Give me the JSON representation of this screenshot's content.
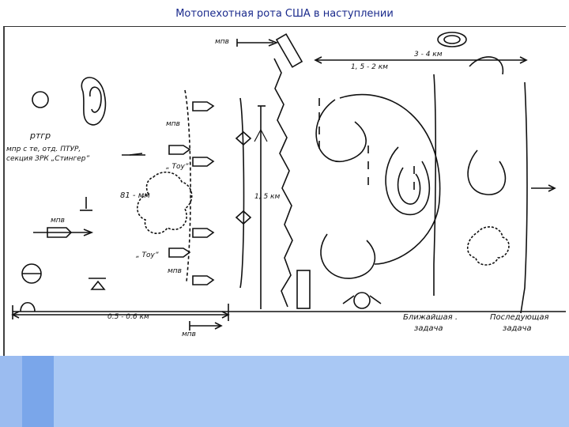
{
  "slide": {
    "title": "Мотопехотная рота США в наступлении"
  },
  "diagram": {
    "labels": {
      "mpb_top": "мпв",
      "dist_3_4": "3 - 4 км",
      "dist_1_5_2": "1, 5 - 2 км",
      "rtgr": "ртгр",
      "mpb_left1": "мпв",
      "mpr_line1": "мпр с те, отд. ПТУР,",
      "mpr_line2": "секция ЗРК „Стингер”",
      "tou1": "„ Тоу”",
      "mm81": "81 - мм",
      "dist_1_5": "1, 5 км",
      "mpb_left2": "мпв",
      "tou2": "„ Тоу”",
      "mpb_left3": "мпв",
      "dist_0_5_0_6": "0.5 - 0.6 км",
      "mpb_bottom": "мпв",
      "near_task_1": "Ближайшая .",
      "near_task_2": "задача",
      "next_task_1": "Последующая",
      "next_task_2": "задача"
    }
  }
}
